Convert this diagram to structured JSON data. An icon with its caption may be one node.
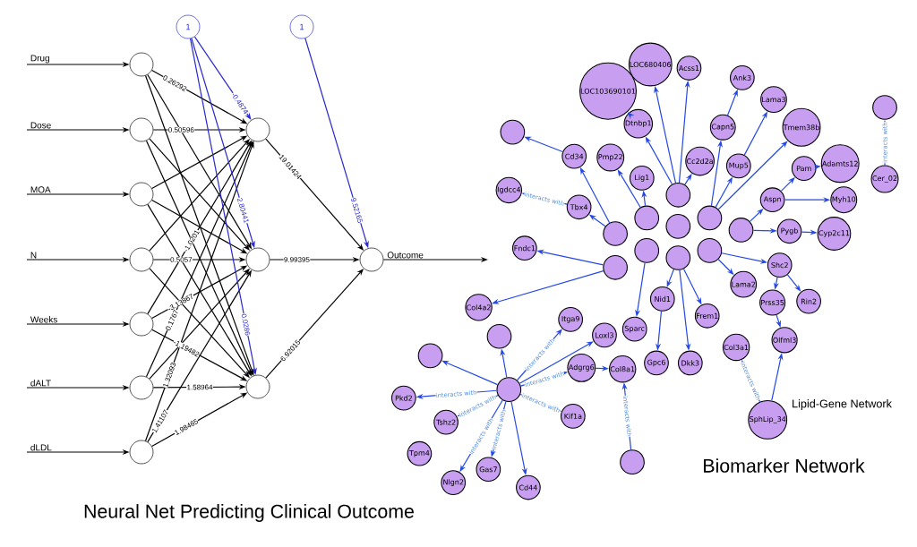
{
  "diagram": {
    "nodes": [
      {
        "text": [],
        "shape": "circle"
      },
      {
        "text": [],
        "shape": "circle"
      },
      {
        "text": [],
        "shape": "circle"
      },
      {
        "text": [],
        "shape": "circle"
      },
      {
        "text": [],
        "shape": "circle"
      },
      {
        "text": [],
        "shape": "circle"
      },
      {
        "text": [],
        "shape": "circle"
      },
      {
        "text": [
          "1"
        ]
      },
      {
        "text": [
          "1"
        ]
      },
      {
        "text": [],
        "shape": "circle"
      },
      {
        "text": [],
        "shape": "circle"
      },
      {
        "text": [],
        "shape": "circle"
      },
      {
        "text": [],
        "shape": "circle"
      },
      {
        "text": [
          "LOC680406"
        ]
      },
      {
        "text": [
          "Acss1"
        ]
      },
      {
        "text": [
          "Ank3"
        ]
      },
      {
        "text": [
          "Lama3"
        ]
      },
      {
        "text": [
          "Tmem38b"
        ]
      },
      {
        "text": [
          "Adamts12"
        ]
      },
      {
        "text": [
          "Pam"
        ]
      },
      {
        "text": [
          "Myh10"
        ]
      },
      {
        "text": [
          "Cyp2c11"
        ]
      },
      {
        "text": [
          "Rin2"
        ]
      },
      {
        "text": [
          "Olfml3"
        ]
      },
      {
        "text": [
          "SphLip_34"
        ]
      },
      {
        "text": [],
        "shape": "circle"
      },
      {
        "text": [
          "Cer_02"
        ]
      },
      {
        "text": [
          "LOC103690101"
        ]
      },
      {
        "text": [
          "Dtnbp1"
        ]
      },
      {
        "text": [
          "Capn5"
        ]
      },
      {
        "text": [
          "Cc2d2a"
        ]
      },
      {
        "text": [
          "Lig1"
        ]
      },
      {
        "text": [
          "Pmp22"
        ]
      },
      {
        "text": [
          "Cd34"
        ]
      },
      {
        "text": [
          "Igdcc4"
        ]
      },
      {
        "text": [
          "Tbx4"
        ]
      },
      {
        "text": [],
        "shape": "circle"
      },
      {
        "text": [
          "Fndc1"
        ]
      },
      {
        "text": [
          "Mup5"
        ]
      },
      {
        "text": [
          "Aspn"
        ]
      },
      {
        "text": [
          "Pygb"
        ]
      },
      {
        "text": [
          "Shc2"
        ]
      },
      {
        "text": [
          "Lama2"
        ]
      },
      {
        "text": [
          "Nid1"
        ]
      },
      {
        "text": [
          "Frem1"
        ]
      },
      {
        "text": [
          "Prss35"
        ]
      },
      {
        "text": [
          "Col3a1"
        ]
      },
      {
        "text": [
          "Dkk3"
        ]
      },
      {
        "text": [
          "Gpc6"
        ]
      },
      {
        "text": [
          "Sparc"
        ]
      },
      {
        "text": [
          "Col4a2"
        ]
      },
      {
        "text": [
          "Itga9"
        ]
      },
      {
        "text": [
          "Loxl3"
        ]
      },
      {
        "text": [
          "Adgrg6"
        ]
      },
      {
        "text": [
          "Col8a1"
        ]
      },
      {
        "text": [
          "Kif1a"
        ]
      },
      {
        "text": [],
        "shape": "circle"
      },
      {
        "text": [],
        "shape": "circle"
      },
      {
        "text": [
          "Pkd2"
        ]
      },
      {
        "text": [
          "Tshz2"
        ]
      },
      {
        "text": [
          "Tpm4"
        ]
      },
      {
        "text": [
          "Nlgn2"
        ]
      },
      {
        "text": [
          "Gas7"
        ]
      },
      {
        "text": [
          "Cd44"
        ]
      },
      {
        "text": [],
        "shape": "circle"
      },
      {
        "text": [],
        "shape": "circle"
      },
      {
        "text": [],
        "shape": "circle"
      },
      {
        "text": [],
        "shape": "circle"
      },
      {
        "text": [],
        "shape": "circle"
      },
      {
        "text": [],
        "shape": "circle"
      },
      {
        "text": [],
        "shape": "circle"
      },
      {
        "text": [],
        "shape": "circle"
      },
      {
        "text": [],
        "shape": "circle"
      },
      {
        "text": [],
        "shape": "circle"
      },
      {
        "text": [],
        "shape": "circle"
      },
      {
        "text": [],
        "shape": "circle"
      }
    ],
    "edges": [
      {
        "from": null,
        "to": 0,
        "arrow": "to",
        "label": "Drug",
        "color": "#000000"
      },
      {
        "from": null,
        "to": 1,
        "arrow": "to",
        "label": "Dose",
        "color": "#000000"
      },
      {
        "from": null,
        "to": 2,
        "arrow": "to",
        "label": "MOA",
        "color": "#000000"
      },
      {
        "from": null,
        "to": 3,
        "arrow": "to",
        "label": "N",
        "color": "#000000"
      },
      {
        "from": null,
        "to": 4,
        "arrow": "to",
        "label": "Weeks",
        "color": "#000000"
      },
      {
        "from": null,
        "to": 5,
        "arrow": "to",
        "label": "dALT",
        "color": "#000000"
      },
      {
        "from": null,
        "to": 6,
        "arrow": "to",
        "label": "dLDL",
        "color": "#000000"
      },
      {
        "from": 0,
        "to": 9,
        "arrow": "to",
        "label": "0.26292",
        "color": "#000000"
      },
      {
        "from": 0,
        "to": 10,
        "arrow": "to",
        "color": "#000000"
      },
      {
        "from": 0,
        "to": 11,
        "arrow": "to",
        "color": "#000000"
      },
      {
        "from": 1,
        "to": 9,
        "arrow": "to",
        "label": "0.50596",
        "color": "#000000"
      },
      {
        "from": 1,
        "to": 10,
        "arrow": "to",
        "color": "#000000"
      },
      {
        "from": 1,
        "to": 11,
        "arrow": "to",
        "color": "#000000"
      },
      {
        "from": 2,
        "to": 9,
        "arrow": "to",
        "color": "#000000"
      },
      {
        "from": 2,
        "to": 10,
        "arrow": "to",
        "color": "#000000"
      },
      {
        "from": 2,
        "to": 11,
        "arrow": "to",
        "color": "#000000"
      },
      {
        "from": 3,
        "to": 9,
        "arrow": "to",
        "color": "#000000"
      },
      {
        "from": 3,
        "to": 10,
        "arrow": "to",
        "label": "0.5057",
        "color": "#000000"
      },
      {
        "from": 3,
        "to": 11,
        "arrow": "to",
        "color": "#000000"
      },
      {
        "from": 4,
        "to": 9,
        "arrow": "to",
        "label": "-1.0201",
        "color": "#000000"
      },
      {
        "from": 4,
        "to": 10,
        "arrow": "to",
        "label": "-3.13867",
        "color": "#000000"
      },
      {
        "from": 4,
        "to": 11,
        "arrow": "to",
        "label": "-1.19482",
        "color": "#000000"
      },
      {
        "from": 5,
        "to": 9,
        "arrow": "to",
        "label": "0.1767",
        "color": "#000000"
      },
      {
        "from": 5,
        "to": 10,
        "arrow": "to",
        "color": "#000000"
      },
      {
        "from": 5,
        "to": 11,
        "arrow": "to",
        "label": "1.58964",
        "color": "#000000"
      },
      {
        "from": 6,
        "to": 9,
        "arrow": "to",
        "label": "1.32093",
        "color": "#000000"
      },
      {
        "from": 6,
        "to": 10,
        "arrow": "to",
        "label": "1.41107",
        "color": "#000000"
      },
      {
        "from": 6,
        "to": 11,
        "arrow": "to",
        "label": "1.98465",
        "color": "#000000"
      },
      {
        "from": 7,
        "to": 9,
        "arrow": "to",
        "label": "-0.4874",
        "color": "#2a2ad0"
      },
      {
        "from": 7,
        "to": 10,
        "arrow": "to",
        "label": "2.80441",
        "color": "#2a2ad0"
      },
      {
        "from": 7,
        "to": 11,
        "arrow": "to",
        "label": "0.0286",
        "color": "#2a2ad0"
      },
      {
        "from": 9,
        "to": 12,
        "arrow": "to",
        "label": "19.01424",
        "color": "#000000"
      },
      {
        "from": 10,
        "to": 12,
        "arrow": "to",
        "label": "9.99395",
        "color": "#000000"
      },
      {
        "from": 11,
        "to": 12,
        "arrow": "to",
        "label": "6.92015",
        "color": "#000000"
      },
      {
        "from": 8,
        "to": 12,
        "arrow": "to",
        "label": "9.52165",
        "color": "#2a2ad0"
      },
      {
        "from": 12,
        "to": null,
        "arrow": "to",
        "label": "Outcome",
        "color": "#000000"
      },
      {
        "from": 69,
        "to": 13,
        "arrow": "to"
      },
      {
        "from": 69,
        "to": 14,
        "arrow": "to"
      },
      {
        "from": 29,
        "to": 15,
        "arrow": "to"
      },
      {
        "from": 38,
        "to": 16,
        "arrow": "to"
      },
      {
        "from": 68,
        "to": 17,
        "arrow": "to"
      },
      {
        "from": 19,
        "to": 18,
        "arrow": "to"
      },
      {
        "from": 39,
        "to": 19,
        "arrow": "to"
      },
      {
        "from": 39,
        "to": 20,
        "arrow": "to"
      },
      {
        "from": 40,
        "to": 21,
        "arrow": "to"
      },
      {
        "from": 41,
        "to": 22,
        "arrow": "to"
      },
      {
        "from": 45,
        "to": 23,
        "arrow": "to"
      },
      {
        "from": 24,
        "to": 46,
        "arrow": "to",
        "label": "interacts with"
      },
      {
        "from": 24,
        "to": 23,
        "arrow": "to"
      },
      {
        "from": 26,
        "to": 25,
        "arrow": "to",
        "label": "interacts with"
      },
      {
        "from": 28,
        "to": 27,
        "arrow": "to"
      },
      {
        "from": 69,
        "to": 28,
        "arrow": "to"
      },
      {
        "from": 68,
        "to": 29,
        "arrow": "to"
      },
      {
        "from": 69,
        "to": 30,
        "arrow": "to"
      },
      {
        "from": 67,
        "to": 31,
        "arrow": "to"
      },
      {
        "from": 67,
        "to": 32,
        "arrow": "to"
      },
      {
        "from": 73,
        "to": 33,
        "arrow": "to"
      },
      {
        "from": 35,
        "to": 34,
        "arrow": "to",
        "label": "interacts with"
      },
      {
        "from": 73,
        "to": 35,
        "arrow": "to"
      },
      {
        "from": 33,
        "to": 36,
        "arrow": "to"
      },
      {
        "from": 75,
        "to": 37,
        "arrow": "to"
      },
      {
        "from": 68,
        "to": 38,
        "arrow": "to"
      },
      {
        "from": 74,
        "to": 39,
        "arrow": "to"
      },
      {
        "from": 74,
        "to": 40,
        "arrow": "to"
      },
      {
        "from": 72,
        "to": 41,
        "arrow": "to"
      },
      {
        "from": 72,
        "to": 42,
        "arrow": "to"
      },
      {
        "from": 70,
        "to": 43,
        "arrow": "to"
      },
      {
        "from": 70,
        "to": 44,
        "arrow": "to"
      },
      {
        "from": 41,
        "to": 45,
        "arrow": "to"
      },
      {
        "from": 70,
        "to": 47,
        "arrow": "to"
      },
      {
        "from": 43,
        "to": 48,
        "arrow": "to"
      },
      {
        "from": 71,
        "to": 49,
        "arrow": "to"
      },
      {
        "from": 75,
        "to": 50,
        "arrow": "to"
      },
      {
        "from": 64,
        "to": 57,
        "arrow": "to"
      },
      {
        "from": 64,
        "to": 58,
        "arrow": "to",
        "label": "interacts with"
      },
      {
        "from": 64,
        "to": 59,
        "arrow": "to",
        "label": "interacts with"
      },
      {
        "from": 64,
        "to": 61,
        "arrow": "to",
        "label": "interacts with"
      },
      {
        "from": 64,
        "to": 62,
        "arrow": "to",
        "label": "interacts with"
      },
      {
        "from": 64,
        "to": 63,
        "arrow": "to"
      },
      {
        "from": 64,
        "to": 55,
        "arrow": "to",
        "label": "interacts with"
      },
      {
        "from": 64,
        "to": 53,
        "arrow": "to",
        "label": "interacts with"
      },
      {
        "from": 64,
        "to": 51,
        "arrow": "to",
        "label": "interacts with"
      },
      {
        "from": 64,
        "to": 52,
        "arrow": "to"
      },
      {
        "from": 64,
        "to": 56,
        "arrow": "to"
      },
      {
        "from": 53,
        "to": 54,
        "arrow": "to"
      },
      {
        "from": 65,
        "to": 54,
        "arrow": "to",
        "label": "interacts with"
      }
    ],
    "labels": [
      "Lipid-Gene Network",
      "Biomarker Network",
      "Neural Net Predicting Clinical Outcome"
    ]
  }
}
